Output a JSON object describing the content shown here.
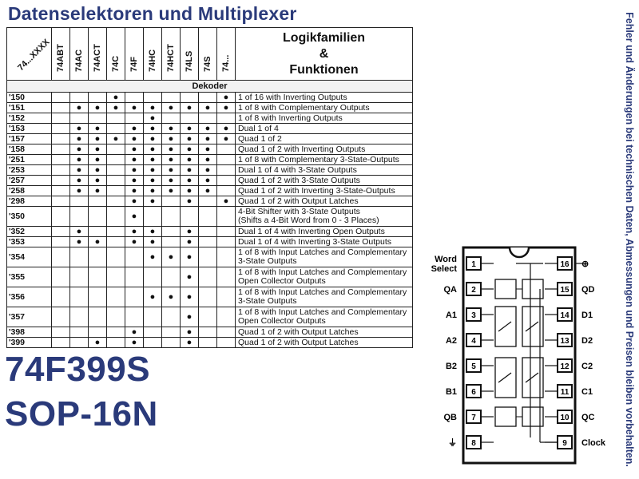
{
  "title": "Datenselektoren und Multiplexer",
  "side_note": "Fehler und Änderungen bei technischen Daten, Abmessungen und Preisen bleiben vorbehalten.",
  "part_number": "74F399S",
  "package": "SOP-16N",
  "table": {
    "corner_label": "74...XXXX",
    "families": [
      "74ABT",
      "74AC",
      "74ACT",
      "74C",
      "74F",
      "74HC",
      "74HCT",
      "74LS",
      "74S",
      "74..."
    ],
    "func_header": [
      "Logikfamilien",
      "&",
      "Funktionen"
    ],
    "section_label": "Dekoder",
    "rows": [
      {
        "num": "'150",
        "dots": [
          0,
          0,
          0,
          1,
          0,
          0,
          0,
          0,
          0,
          1
        ],
        "desc": [
          "1 of 16 with Inverting Outputs"
        ]
      },
      {
        "num": "'151",
        "dots": [
          0,
          1,
          1,
          1,
          1,
          1,
          1,
          1,
          1,
          1
        ],
        "desc": [
          "1 of 8 with Complementary Outputs"
        ]
      },
      {
        "num": "'152",
        "dots": [
          0,
          0,
          0,
          0,
          0,
          1,
          0,
          0,
          0,
          0
        ],
        "desc": [
          "1 of 8 with Inverting Outputs"
        ]
      },
      {
        "num": "'153",
        "dots": [
          0,
          1,
          1,
          0,
          1,
          1,
          1,
          1,
          1,
          1
        ],
        "desc": [
          "Dual 1 of 4"
        ]
      },
      {
        "num": "'157",
        "dots": [
          0,
          1,
          1,
          1,
          1,
          1,
          1,
          1,
          1,
          1
        ],
        "desc": [
          "Quad 1 of 2"
        ]
      },
      {
        "num": "'158",
        "dots": [
          0,
          1,
          1,
          0,
          1,
          1,
          1,
          1,
          1,
          0
        ],
        "desc": [
          "Quad 1 of 2 with Inverting Outputs"
        ]
      },
      {
        "num": "'251",
        "dots": [
          0,
          1,
          1,
          0,
          1,
          1,
          1,
          1,
          1,
          0
        ],
        "desc": [
          "1 of 8 with Complementary 3-State-Outputs"
        ]
      },
      {
        "num": "'253",
        "dots": [
          0,
          1,
          1,
          0,
          1,
          1,
          1,
          1,
          1,
          0
        ],
        "desc": [
          "Dual 1 of 4 with 3-State Outputs"
        ]
      },
      {
        "num": "'257",
        "dots": [
          0,
          1,
          1,
          0,
          1,
          1,
          1,
          1,
          1,
          0
        ],
        "desc": [
          "Quad 1 of 2 with 3-State Outputs"
        ]
      },
      {
        "num": "'258",
        "dots": [
          0,
          1,
          1,
          0,
          1,
          1,
          1,
          1,
          1,
          0
        ],
        "desc": [
          "Quad 1 of 2 with Inverting 3-State-Outputs"
        ]
      },
      {
        "num": "'298",
        "dots": [
          0,
          0,
          0,
          0,
          1,
          1,
          0,
          1,
          0,
          1
        ],
        "desc": [
          "Quad 1 of 2 with Output Latches"
        ]
      },
      {
        "num": "'350",
        "dots": [
          0,
          0,
          0,
          0,
          1,
          0,
          0,
          0,
          0,
          0
        ],
        "desc": [
          "4-Bit Shifter with 3-State Outputs",
          "(Shifts a 4-Bit Word from 0 - 3 Places)"
        ]
      },
      {
        "num": "'352",
        "dots": [
          0,
          1,
          0,
          0,
          1,
          1,
          0,
          1,
          0,
          0
        ],
        "desc": [
          "Dual 1 of 4 with Inverting Open Outputs"
        ]
      },
      {
        "num": "'353",
        "dots": [
          0,
          1,
          1,
          0,
          1,
          1,
          0,
          1,
          0,
          0
        ],
        "desc": [
          "Dual 1 of 4 with Inverting 3-State Outputs"
        ]
      },
      {
        "num": "'354",
        "dots": [
          0,
          0,
          0,
          0,
          0,
          1,
          1,
          1,
          0,
          0
        ],
        "desc": [
          "1 of 8 with Input Latches and Complementary",
          "3-State Outputs"
        ]
      },
      {
        "num": "'355",
        "dots": [
          0,
          0,
          0,
          0,
          0,
          0,
          0,
          1,
          0,
          0
        ],
        "desc": [
          "1 of 8 with Input Latches and Complementary",
          "Open Collector Outputs"
        ]
      },
      {
        "num": "'356",
        "dots": [
          0,
          0,
          0,
          0,
          0,
          1,
          1,
          1,
          0,
          0
        ],
        "desc": [
          "1 of 8 with Input Latches and Complementary",
          "3-State Outputs"
        ]
      },
      {
        "num": "'357",
        "dots": [
          0,
          0,
          0,
          0,
          0,
          0,
          0,
          1,
          0,
          0
        ],
        "desc": [
          "1 of 8 with Input Latches and Complementary",
          "Open Collector Outputs"
        ]
      },
      {
        "num": "'398",
        "dots": [
          0,
          0,
          0,
          0,
          1,
          0,
          0,
          1,
          0,
          0
        ],
        "desc": [
          "Quad 1 of 2 with Output Latches"
        ]
      },
      {
        "num": "'399",
        "dots": [
          0,
          0,
          1,
          0,
          1,
          0,
          0,
          1,
          0,
          0
        ],
        "desc": [
          "Quad 1 of 2 with Output Latches"
        ]
      }
    ]
  },
  "ic": {
    "left_pins": [
      {
        "num": "1",
        "label": "Word\nSelect"
      },
      {
        "num": "2",
        "label": "QA"
      },
      {
        "num": "3",
        "label": "A1"
      },
      {
        "num": "4",
        "label": "A2"
      },
      {
        "num": "5",
        "label": "B2"
      },
      {
        "num": "6",
        "label": "B1"
      },
      {
        "num": "7",
        "label": "QB"
      },
      {
        "num": "8",
        "label": "⏚"
      }
    ],
    "right_pins": [
      {
        "num": "16",
        "label": "⊕"
      },
      {
        "num": "15",
        "label": "QD"
      },
      {
        "num": "14",
        "label": "D1"
      },
      {
        "num": "13",
        "label": "D2"
      },
      {
        "num": "12",
        "label": "C2"
      },
      {
        "num": "11",
        "label": "C1"
      },
      {
        "num": "10",
        "label": "QC"
      },
      {
        "num": "9",
        "label": "Clock"
      }
    ]
  },
  "colors": {
    "heading": "#2a3a7a",
    "ink": "#111111"
  }
}
